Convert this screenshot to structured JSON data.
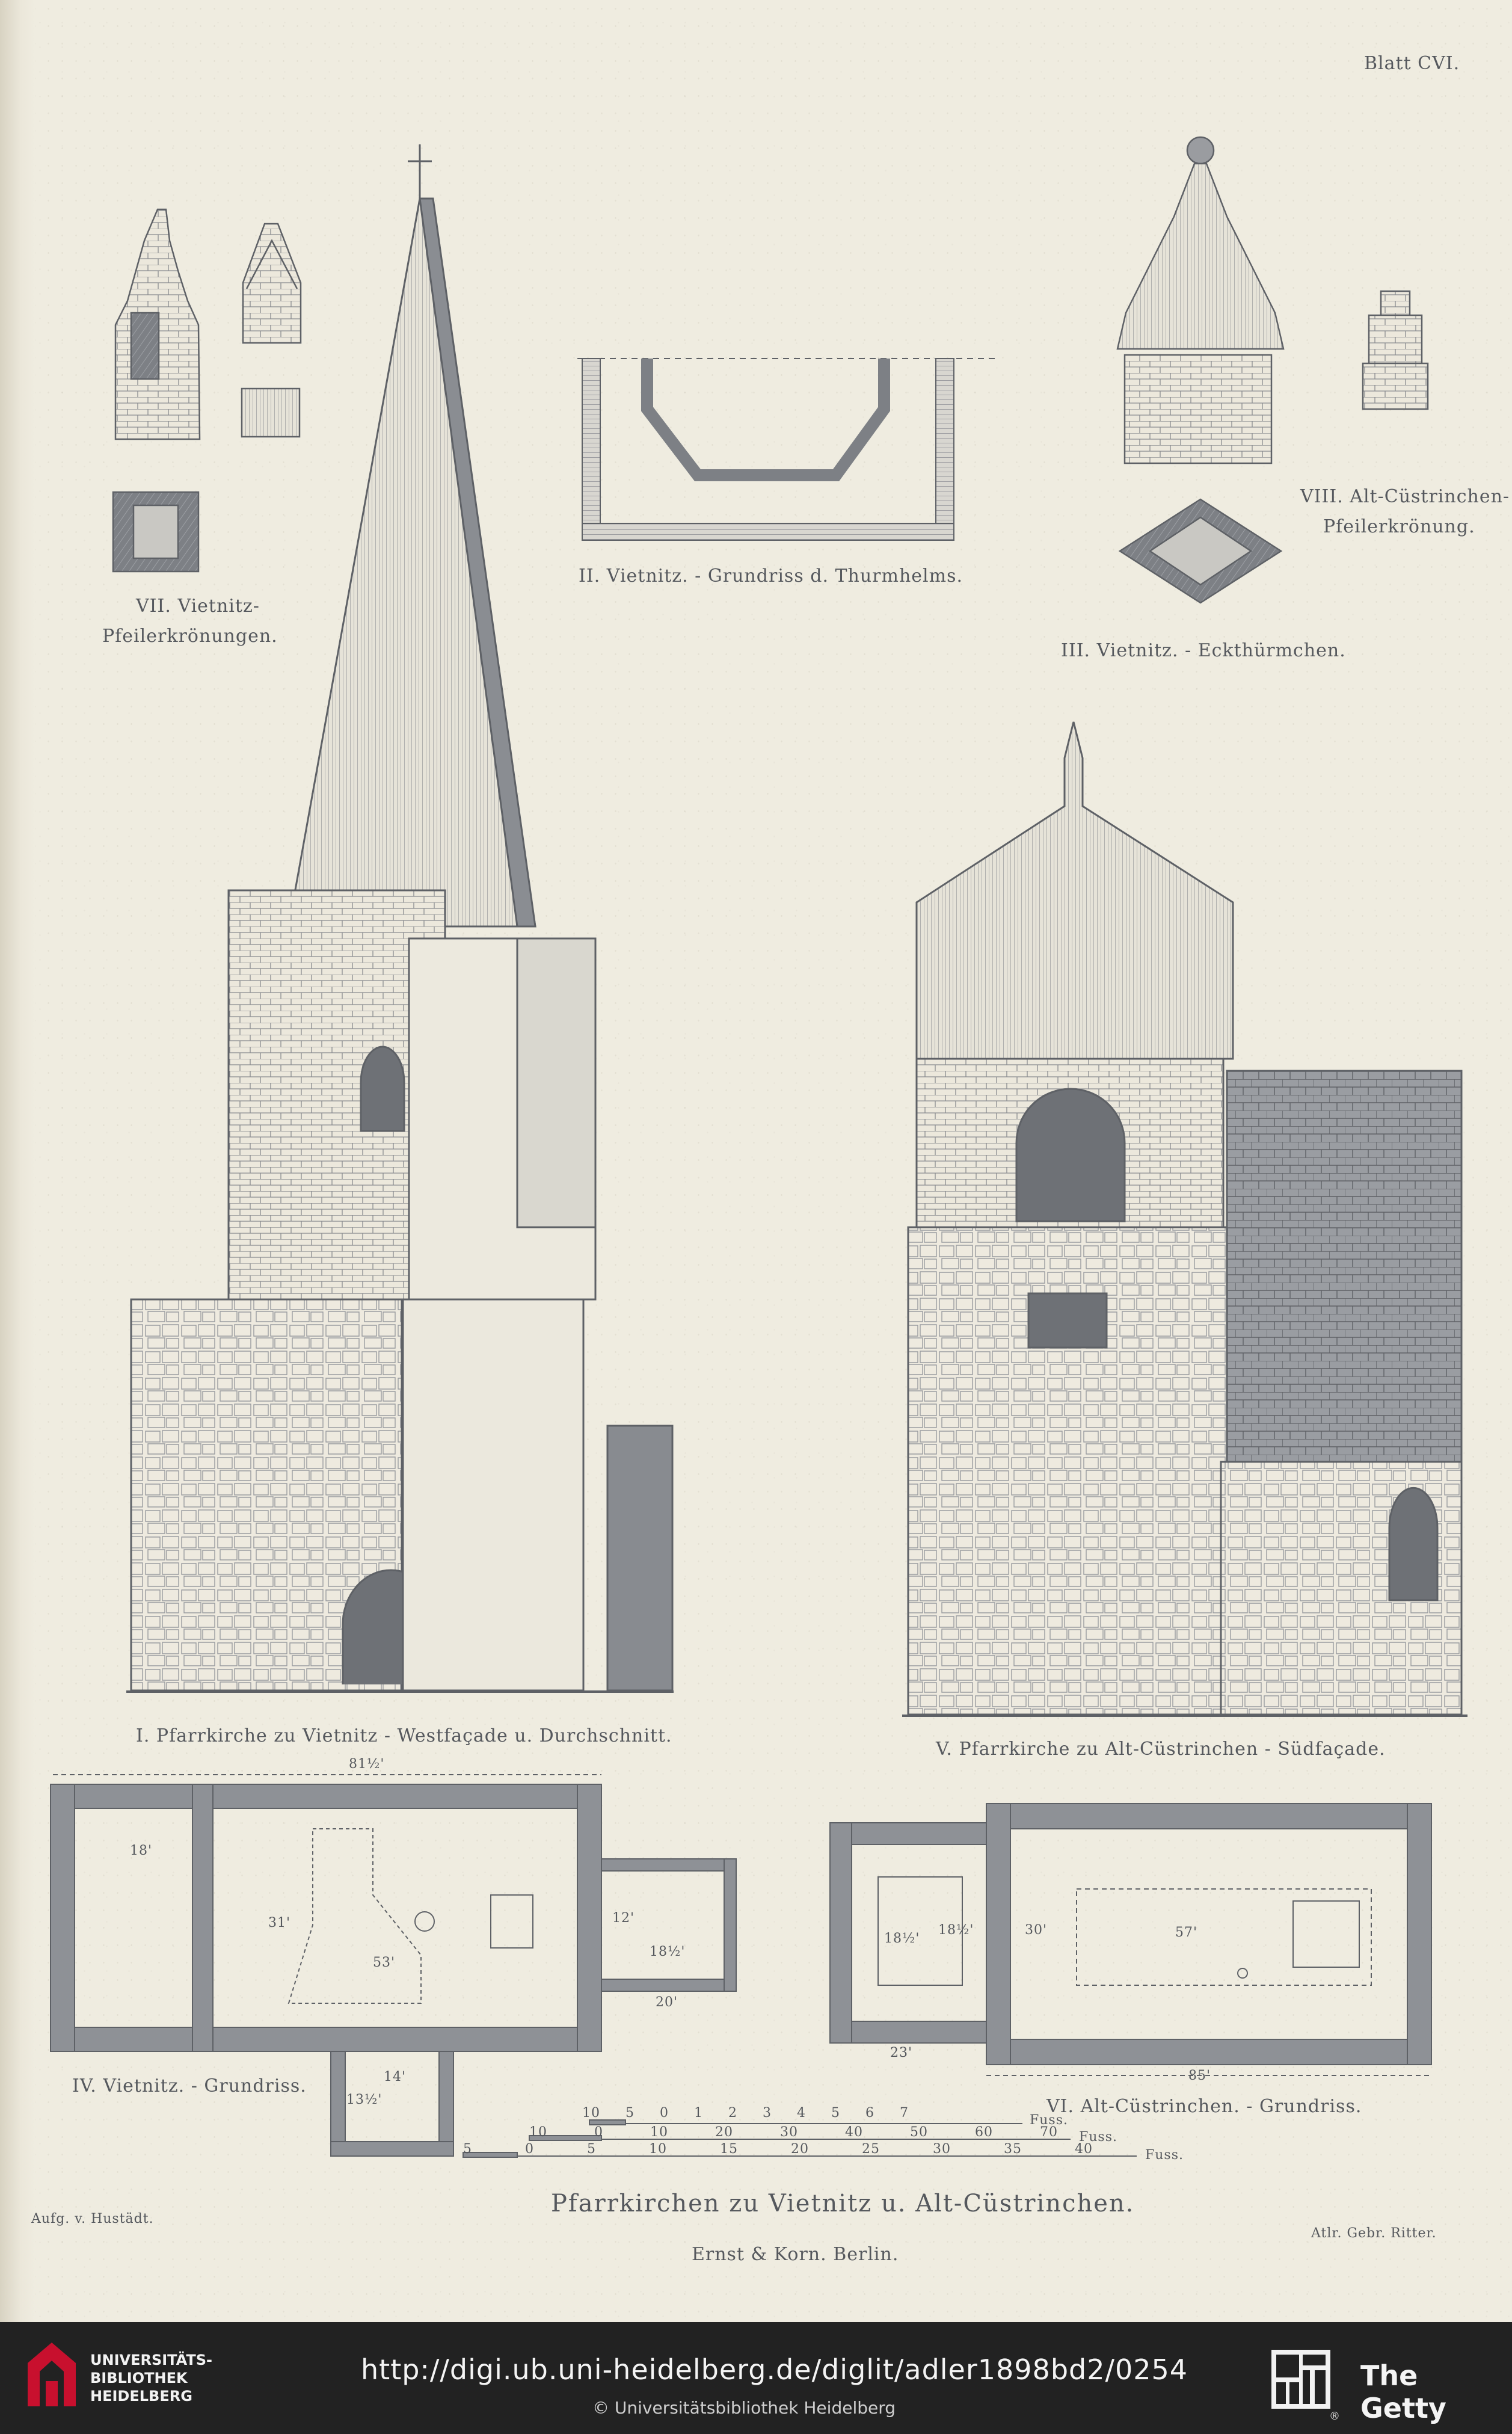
{
  "sheet": {
    "plate_number": "Blatt CVI.",
    "title": "Pfarrkirchen zu Vietnitz u. Alt-Cüstrinchen.",
    "publisher": "Ernst & Korn. Berlin.",
    "surveyor": "Aufg. v. Hustädt.",
    "lithographer": "Atlr. Gebr. Ritter."
  },
  "figures": [
    {
      "id": "I",
      "caption": "I. Pfarrkirche zu Vietnitz - Westfaçade u. Durchschnitt."
    },
    {
      "id": "II",
      "caption": "II. Vietnitz. - Grundriss d. Thurmhelms."
    },
    {
      "id": "III",
      "caption": "III. Vietnitz. - Eckthürmchen."
    },
    {
      "id": "IV",
      "caption": "IV. Vietnitz. - Grundriss."
    },
    {
      "id": "V",
      "caption": "V. Pfarrkirche zu Alt-Cüstrinchen - Südfaçade."
    },
    {
      "id": "VI",
      "caption": "VI. Alt-Cüstrinchen. - Grundriss."
    },
    {
      "id": "VII",
      "caption_line1": "VII. Vietnitz-",
      "caption_line2": "Pfeilerkrönungen."
    },
    {
      "id": "VIII",
      "caption_line1": "VIII. Alt-Cüstrinchen-",
      "caption_line2": "Pfeilerkrönung."
    }
  ],
  "dimensions": {
    "vietnitz": [
      "81½'",
      "18'",
      "31'",
      "53'",
      "12'",
      "18½'",
      "20'",
      "14'",
      "13½'"
    ],
    "cuestrinchen": [
      "18½'",
      "18½'",
      "30'",
      "57'",
      "23'",
      "85'"
    ]
  },
  "scale": {
    "units": [
      "Fuss.",
      "Fuss.",
      "Fuss."
    ],
    "ticks_row1": [
      "10",
      "5",
      "0",
      "1",
      "2",
      "3",
      "4",
      "5",
      "6",
      "7"
    ],
    "ticks_row2": [
      "10",
      "0",
      "10",
      "20",
      "30",
      "40",
      "50",
      "60",
      "70"
    ],
    "ticks_row3": [
      "5",
      "0",
      "5",
      "10",
      "15",
      "20",
      "25",
      "30",
      "35",
      "40"
    ]
  },
  "footer": {
    "library_line1": "UNIVERSITÄTS-",
    "library_line2": "BIBLIOTHEK",
    "library_line3": "HEIDELBERG",
    "url": "http://digi.ub.uni-heidelberg.de/diglit/adler1898bd2/0254",
    "copyright": "© Universitätsbibliothek Heidelberg",
    "partner": "The Getty",
    "partner_reg": "®"
  },
  "colors": {
    "paper": "#efece0",
    "ink": "#55585d",
    "wall": "#8e9196",
    "footer_bg": "#222222",
    "uh_red": "#c8102e"
  }
}
